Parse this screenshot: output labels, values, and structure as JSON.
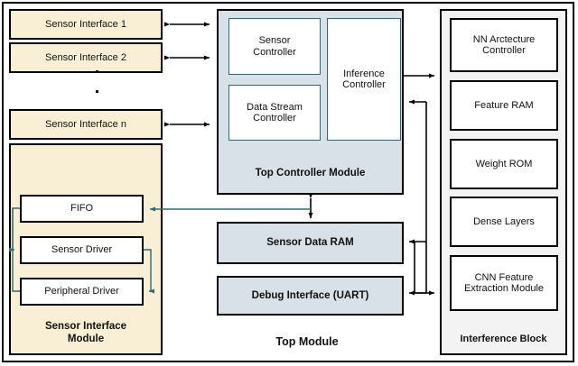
{
  "diagram": {
    "title": "Top Module",
    "outer_label": "Top Module",
    "colors": {
      "sensor_interface_fill": "#f8efd4",
      "controller_fill": "#d7e1e7",
      "inference_block_fill": "#f3f3f3",
      "teal_accent": "#2d6b74",
      "outline": "#000000"
    }
  },
  "sensor_interfaces": [
    {
      "label": "Sensor Interface 1"
    },
    {
      "label": "Sensor Interface 2"
    },
    {
      "label": "Sensor Interface n"
    }
  ],
  "sensor_interface_module": {
    "label": "Sensor Interface\nModule",
    "label_line1": "Sensor Interface",
    "label_line2": "Module",
    "blocks": [
      {
        "label": "FIFO"
      },
      {
        "label": "Sensor Driver"
      },
      {
        "label": "Peripheral Driver"
      }
    ]
  },
  "top_controller_module": {
    "label": "Top Controller Module",
    "blocks": [
      {
        "label": "Sensor\nController",
        "line1": "Sensor",
        "line2": "Controller"
      },
      {
        "label": "Data Stream\nController",
        "line1": "Data Stream",
        "line2": "Controller"
      },
      {
        "label": "Inference\nController",
        "line1": "Inference",
        "line2": "Controller"
      }
    ]
  },
  "memory_blocks": [
    {
      "label": "Sensor Data RAM"
    },
    {
      "label": "Debug Interface (UART)"
    }
  ],
  "inference_block": {
    "label": "Interference Block",
    "blocks": [
      {
        "label": "NN Arctecture\nController",
        "line1": "NN Arctecture",
        "line2": "Controller"
      },
      {
        "label": "Feature RAM",
        "line1": "Feature RAM",
        "line2": ""
      },
      {
        "label": "Weight ROM",
        "line1": "Weight ROM",
        "line2": ""
      },
      {
        "label": "Dense Layers",
        "line1": "Dense Layers",
        "line2": ""
      },
      {
        "label": "CNN Feature\nExtraction Module",
        "line1": "CNN Feature",
        "line2": "Extraction Module"
      }
    ]
  }
}
